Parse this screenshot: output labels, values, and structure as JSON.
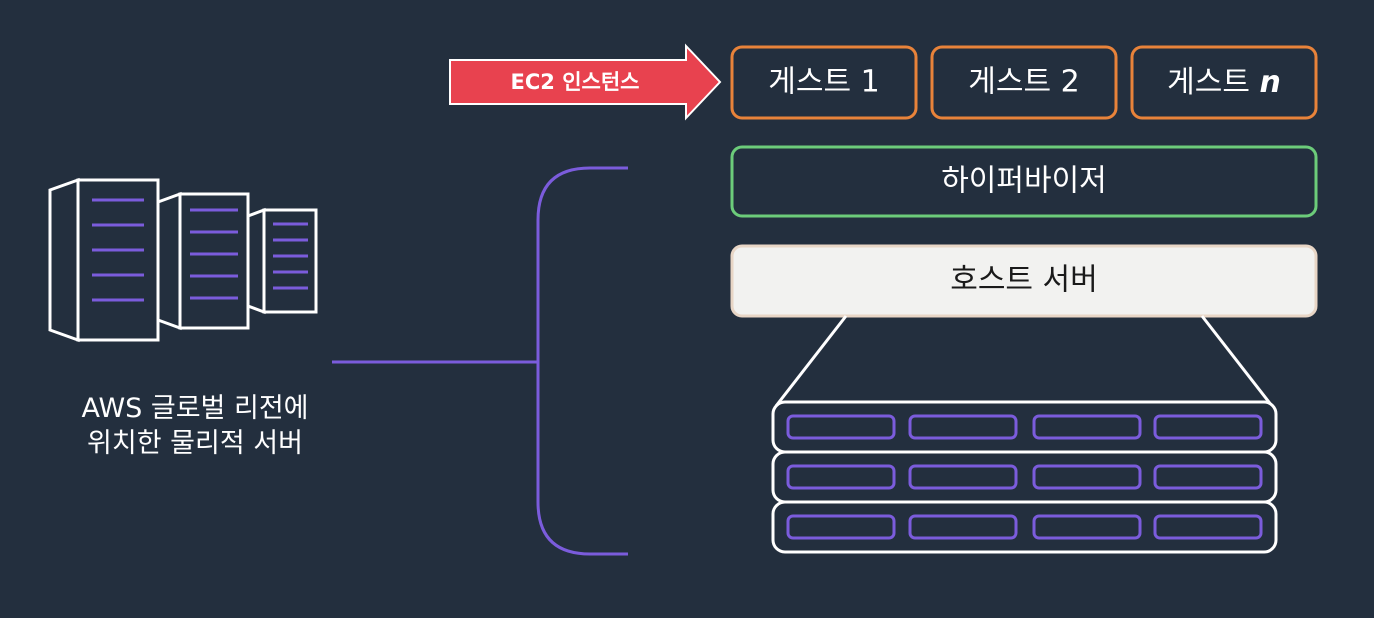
{
  "colors": {
    "background": "#232f3e",
    "guest_border": "#e8833a",
    "hypervisor_border": "#6ccc7a",
    "host_fill": "#f2f2f0",
    "host_border": "#e8d6c6",
    "instance_arrow": "#e8424f",
    "bracket": "#7b5cdc",
    "server_slot": "#7b5cdc",
    "outline": "#ffffff"
  },
  "instance_arrow": {
    "label": "EC2 인스턴스"
  },
  "guests": [
    {
      "label": "게스트 1"
    },
    {
      "label": "게스트 2"
    },
    {
      "label": "게스트 ",
      "label_italic": "n"
    }
  ],
  "hypervisor": {
    "label": "하이퍼바이저"
  },
  "host_server": {
    "label": "호스트 서버"
  },
  "caption": {
    "line1": "AWS 글로벌 리전에",
    "line2": "위치한 물리적 서버"
  },
  "icons": {
    "datacenter": "server-towers-icon",
    "server_rack": "server-rack-icon"
  }
}
